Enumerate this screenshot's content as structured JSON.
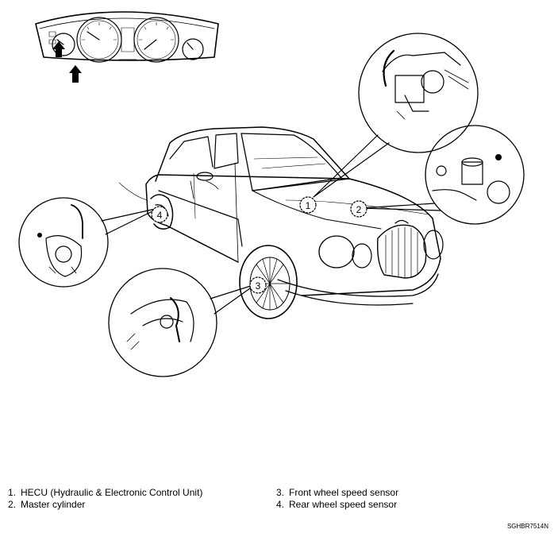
{
  "legend": [
    {
      "num": "1.",
      "text": "HECU (Hydraulic & Electronic Control Unit)"
    },
    {
      "num": "2.",
      "text": "Master cylinder"
    },
    {
      "num": "3.",
      "text": "Front wheel speed sensor"
    },
    {
      "num": "4.",
      "text": "Rear wheel speed sensor"
    }
  ],
  "callouts": [
    "1",
    "2",
    "3",
    "4"
  ],
  "figure_code": "SGHBR7514N"
}
